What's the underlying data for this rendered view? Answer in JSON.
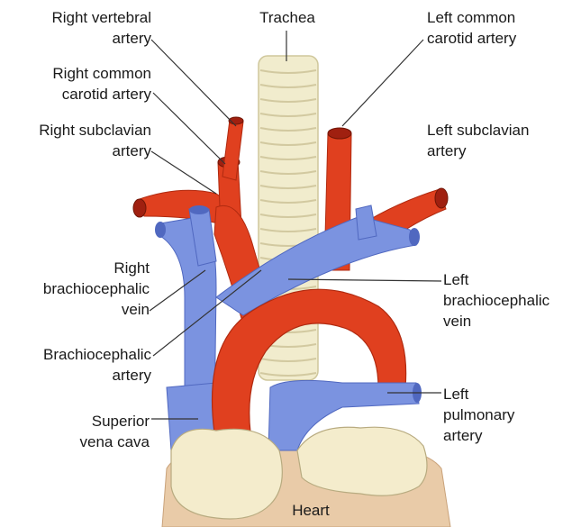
{
  "labels": {
    "trachea": [
      "Trachea"
    ],
    "right_vertebral_artery": [
      "Right vertebral",
      "artery"
    ],
    "left_common_carotid_artery": [
      "Left common",
      "carotid artery"
    ],
    "right_common_carotid_artery": [
      "Right common",
      "carotid artery"
    ],
    "right_subclavian_artery": [
      "Right subclavian",
      "artery"
    ],
    "left_subclavian_artery": [
      "Left subclavian",
      "artery"
    ],
    "right_brachiocephalic_vein": [
      "Right",
      "brachiocephalic",
      "vein"
    ],
    "left_brachiocephalic_vein": [
      "Left",
      "brachiocephalic",
      "vein"
    ],
    "brachiocephalic_artery": [
      "Brachiocephalic",
      "artery"
    ],
    "superior_vena_cava": [
      "Superior",
      "vena cava"
    ],
    "left_pulmonary_artery": [
      "Left",
      "pulmonary",
      "artery"
    ],
    "heart": [
      "Heart"
    ]
  },
  "colors": {
    "artery": "#e0401f",
    "artery_dark": "#b02a10",
    "vein": "#7b93e0",
    "vein_dark": "#5068c0",
    "trachea": "#f1eccd",
    "fat": "#f4eccc",
    "heart": "#e9cba8",
    "leader": "#333333"
  }
}
